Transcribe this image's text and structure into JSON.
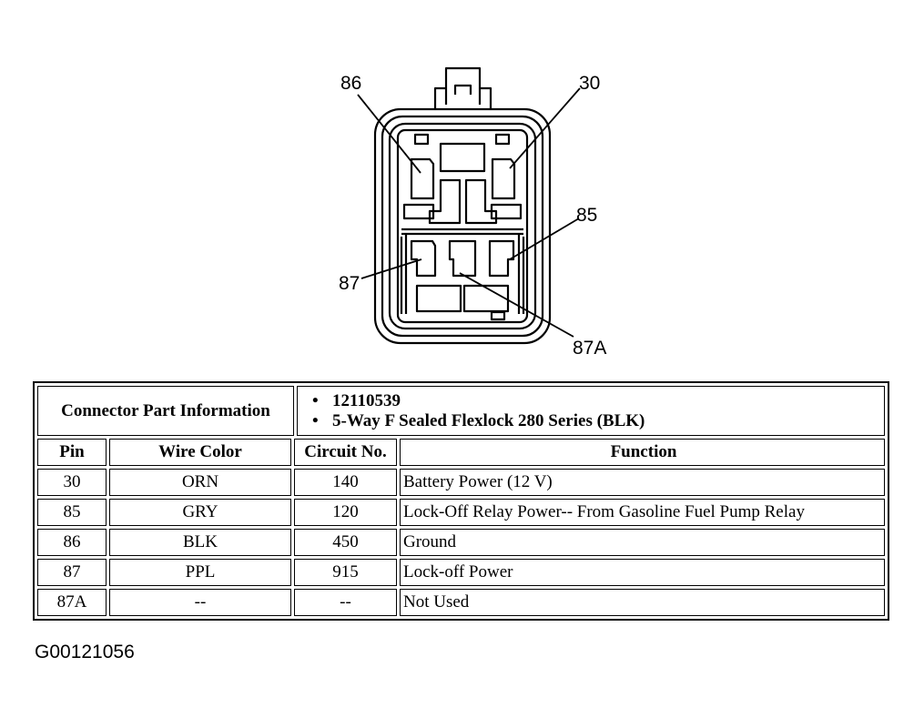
{
  "diagram": {
    "pin_labels": {
      "p86": "86",
      "p30": "30",
      "p85": "85",
      "p87": "87",
      "p87a": "87A"
    }
  },
  "connector_info": {
    "label": "Connector Part Information",
    "items": [
      "12110539",
      "5-Way F Sealed Flexlock 280 Series (BLK)"
    ]
  },
  "table": {
    "headers": [
      "Pin",
      "Wire Color",
      "Circuit No.",
      "Function"
    ],
    "rows": [
      [
        "30",
        "ORN",
        "140",
        "Battery Power (12 V)"
      ],
      [
        "85",
        "GRY",
        "120",
        "Lock-Off Relay Power-- From Gasoline Fuel Pump Relay"
      ],
      [
        "86",
        "BLK",
        "450",
        "Ground"
      ],
      [
        "87",
        "PPL",
        "915",
        "Lock-off Power"
      ],
      [
        "87A",
        "--",
        "--",
        "Not Used"
      ]
    ]
  },
  "figure_id": "G00121056"
}
